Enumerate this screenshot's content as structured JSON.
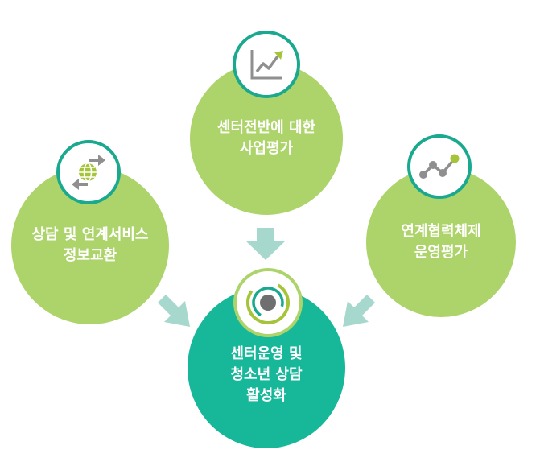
{
  "colors": {
    "green_circle": "#add46a",
    "teal_circle": "#17b79a",
    "arrow": "#a7d8cd",
    "icon_gray": "#8f8f8f",
    "icon_green": "#a6c43a",
    "icon_teal": "#1aa98f",
    "badge_border": "#1aa98f"
  },
  "nodes": {
    "top": {
      "label": "센터전반에 대한\n사업평가",
      "icon": "trend-chart-icon"
    },
    "left": {
      "label": "상담 및 연계서비스\n정보교환",
      "icon": "globe-exchange-icon"
    },
    "right": {
      "label": "연계협력체제\n운영평가",
      "icon": "line-graph-icon"
    },
    "center": {
      "label": "센터운영 및\n청소년 상담\n활성화",
      "icon": "target-rings-icon"
    }
  }
}
